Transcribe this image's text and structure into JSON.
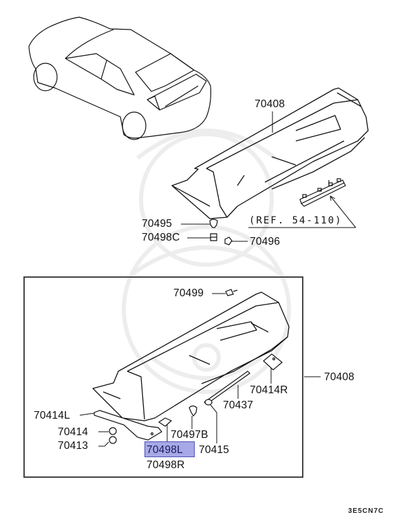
{
  "diagram": {
    "type": "exploded-parts-diagram",
    "subject": "Rear spoiler assembly",
    "diagram_code": "3E5CN7C",
    "reference_note": "(REF. 54-110)",
    "highlight_color": "#a6a9e6",
    "highlight_border": "#4c52b8",
    "upper_group": {
      "labels": {
        "spoiler": "70408",
        "grommet": "70495",
        "nut_c": "70498C",
        "clip": "70496"
      }
    },
    "lower_group": {
      "labels": {
        "spoiler": "70408",
        "screw": "70499",
        "bracket_r": "70414R",
        "seal": "70437",
        "bracket_l": "70414L",
        "nut_a": "70414",
        "nut_b": "70413",
        "clip_b": "70497B",
        "washer": "70415",
        "gasket_l": "70498L",
        "gasket_r": "70498R"
      },
      "selected_part": "70498L"
    }
  }
}
